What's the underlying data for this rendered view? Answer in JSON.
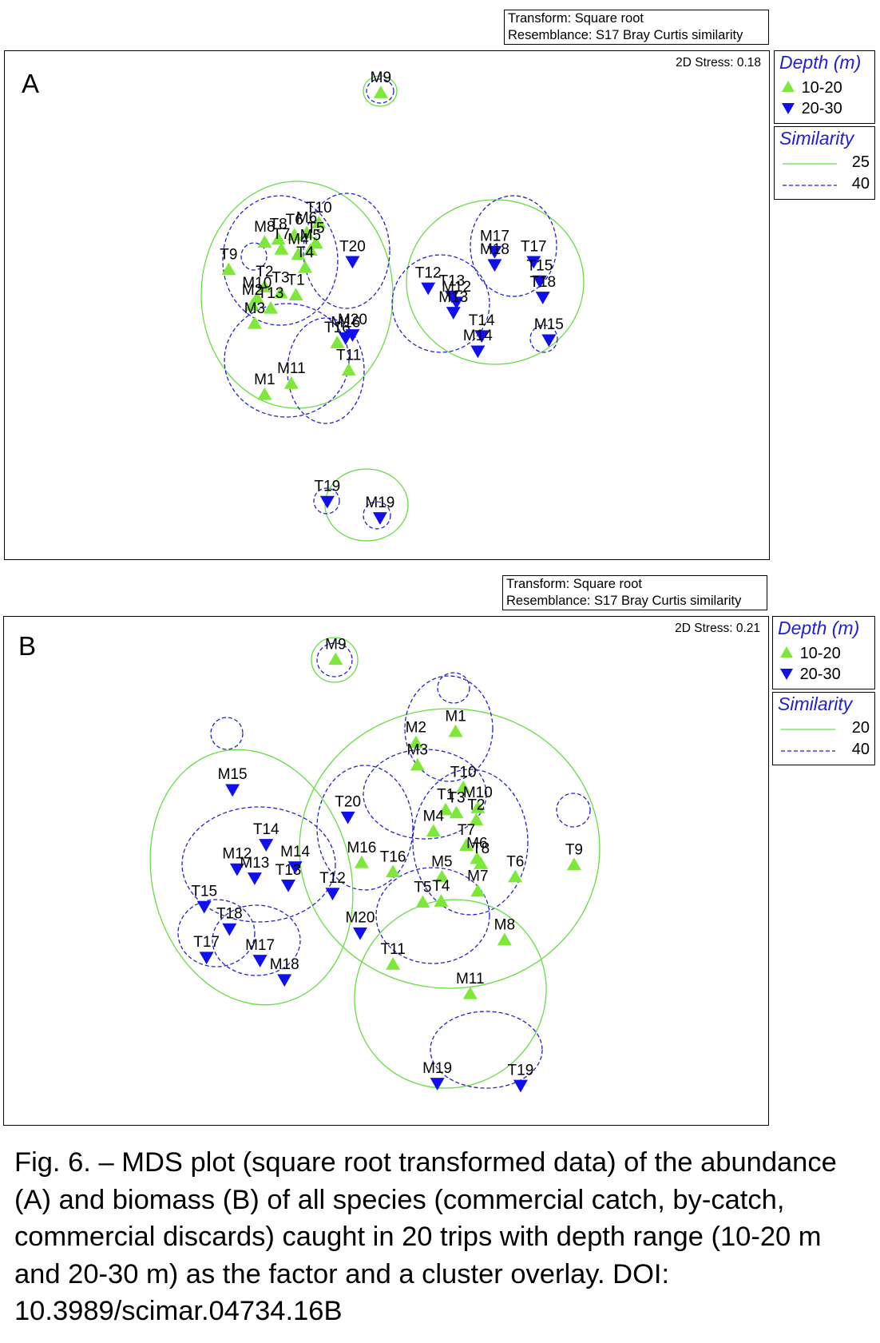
{
  "panels": [
    {
      "letter": "A",
      "transform": "Transform: Square root",
      "resemblance": "Resemblance: S17 Bray Curtis similarity",
      "stress": "2D Stress: 0.18",
      "legend": {
        "depth_title": "Depth (m)",
        "depth_items": [
          {
            "label": "10-20",
            "marker": "triangle-up",
            "color": "#7ee83a"
          },
          {
            "label": "20-30",
            "marker": "triangle-down",
            "color": "#1010ee"
          }
        ],
        "similarity_title": "Similarity",
        "similarity_items": [
          {
            "value": "25",
            "style": "solid",
            "color": "#66dd44"
          },
          {
            "value": "40",
            "style": "dashed",
            "color": "#2222cc"
          }
        ]
      }
    },
    {
      "letter": "B",
      "transform": "Transform: Square root",
      "resemblance": "Resemblance: S17 Bray Curtis similarity",
      "stress": "2D Stress: 0.21",
      "legend": {
        "depth_title": "Depth (m)",
        "depth_items": [
          {
            "label": "10-20",
            "marker": "triangle-up",
            "color": "#7ee83a"
          },
          {
            "label": "20-30",
            "marker": "triangle-down",
            "color": "#1010ee"
          }
        ],
        "similarity_title": "Similarity",
        "similarity_items": [
          {
            "value": "20",
            "style": "solid",
            "color": "#66dd44"
          },
          {
            "value": "40",
            "style": "dashed",
            "color": "#2222cc"
          }
        ]
      }
    }
  ],
  "chart_data": [
    {
      "type": "scatter",
      "panel": "A",
      "x_range": [
        0,
        100
      ],
      "y_range": [
        0,
        100
      ],
      "points": [
        {
          "label": "M9",
          "depth": "10-20",
          "x": 49.2,
          "y": 91.8
        },
        {
          "label": "T10",
          "depth": "10-20",
          "x": 41.1,
          "y": 66.2
        },
        {
          "label": "M8",
          "depth": "10-20",
          "x": 34.0,
          "y": 62.4
        },
        {
          "label": "T8",
          "depth": "10-20",
          "x": 35.8,
          "y": 63.0
        },
        {
          "label": "T6",
          "depth": "10-20",
          "x": 37.9,
          "y": 63.8
        },
        {
          "label": "M6",
          "depth": "10-20",
          "x": 39.5,
          "y": 64.2
        },
        {
          "label": "T5",
          "depth": "10-20",
          "x": 40.7,
          "y": 62.2
        },
        {
          "label": "T7",
          "depth": "10-20",
          "x": 36.2,
          "y": 61.0
        },
        {
          "label": "M4",
          "depth": "10-20",
          "x": 38.4,
          "y": 60.0
        },
        {
          "label": "M5",
          "depth": "10-20",
          "x": 40.0,
          "y": 60.8
        },
        {
          "label": "T4",
          "depth": "10-20",
          "x": 39.3,
          "y": 57.4
        },
        {
          "label": "T9",
          "depth": "10-20",
          "x": 29.3,
          "y": 57.0
        },
        {
          "label": "T2",
          "depth": "10-20",
          "x": 34.0,
          "y": 53.6
        },
        {
          "label": "T3",
          "depth": "10-20",
          "x": 36.1,
          "y": 52.4
        },
        {
          "label": "T1",
          "depth": "10-20",
          "x": 38.1,
          "y": 52.0
        },
        {
          "label": "M10",
          "depth": "10-20",
          "x": 33.0,
          "y": 51.4
        },
        {
          "label": "M2",
          "depth": "10-20",
          "x": 32.4,
          "y": 50.0
        },
        {
          "label": "T13",
          "depth": "10-20",
          "x": 34.8,
          "y": 49.4
        },
        {
          "label": "M3",
          "depth": "10-20",
          "x": 32.7,
          "y": 46.4
        },
        {
          "label": "M1",
          "depth": "10-20",
          "x": 34.0,
          "y": 32.4
        },
        {
          "label": "M11",
          "depth": "10-20",
          "x": 37.5,
          "y": 34.6
        },
        {
          "label": "T16",
          "depth": "10-20",
          "x": 43.5,
          "y": 42.6
        },
        {
          "label": "T11",
          "depth": "10-20",
          "x": 45.0,
          "y": 37.2
        },
        {
          "label": "T20",
          "depth": "20-30",
          "x": 45.5,
          "y": 58.6
        },
        {
          "label": "M20",
          "depth": "20-30",
          "x": 45.5,
          "y": 44.2
        },
        {
          "label": "M16",
          "depth": "20-30",
          "x": 44.6,
          "y": 43.6
        },
        {
          "label": "M17",
          "depth": "20-30",
          "x": 64.1,
          "y": 60.6
        },
        {
          "label": "M18",
          "depth": "20-30",
          "x": 64.1,
          "y": 58.0
        },
        {
          "label": "T17",
          "depth": "20-30",
          "x": 69.2,
          "y": 58.6
        },
        {
          "label": "T15",
          "depth": "20-30",
          "x": 70.0,
          "y": 54.8
        },
        {
          "label": "T18",
          "depth": "20-30",
          "x": 70.4,
          "y": 51.6
        },
        {
          "label": "T12",
          "depth": "20-30",
          "x": 55.4,
          "y": 53.4
        },
        {
          "label": "T13",
          "depth": "20-30",
          "x": 58.5,
          "y": 51.8
        },
        {
          "label": "M12",
          "depth": "20-30",
          "x": 59.1,
          "y": 50.6
        },
        {
          "label": "M13",
          "depth": "20-30",
          "x": 58.7,
          "y": 48.6
        },
        {
          "label": "T14",
          "depth": "20-30",
          "x": 62.4,
          "y": 44.0
        },
        {
          "label": "M14",
          "depth": "20-30",
          "x": 61.9,
          "y": 41.0
        },
        {
          "label": "M15",
          "depth": "20-30",
          "x": 71.2,
          "y": 43.2
        },
        {
          "label": "T19",
          "depth": "20-30",
          "x": 42.2,
          "y": 11.4
        },
        {
          "label": "M19",
          "depth": "20-30",
          "x": 49.1,
          "y": 8.2
        }
      ]
    },
    {
      "type": "scatter",
      "panel": "B",
      "x_range": [
        0,
        100
      ],
      "y_range": [
        0,
        100
      ],
      "points": [
        {
          "label": "M9",
          "depth": "10-20",
          "x": 43.4,
          "y": 91.6
        },
        {
          "label": "M1",
          "depth": "10-20",
          "x": 59.1,
          "y": 77.4
        },
        {
          "label": "M2",
          "depth": "10-20",
          "x": 53.9,
          "y": 75.2
        },
        {
          "label": "M3",
          "depth": "10-20",
          "x": 54.1,
          "y": 70.8
        },
        {
          "label": "T10",
          "depth": "10-20",
          "x": 60.1,
          "y": 66.4
        },
        {
          "label": "T1",
          "depth": "10-20",
          "x": 57.8,
          "y": 62.0
        },
        {
          "label": "T3",
          "depth": "10-20",
          "x": 59.2,
          "y": 61.4
        },
        {
          "label": "M10",
          "depth": "10-20",
          "x": 62.0,
          "y": 62.4
        },
        {
          "label": "T2",
          "depth": "10-20",
          "x": 61.8,
          "y": 60.0
        },
        {
          "label": "M4",
          "depth": "10-20",
          "x": 56.2,
          "y": 57.8
        },
        {
          "label": "T7",
          "depth": "10-20",
          "x": 60.5,
          "y": 55.0
        },
        {
          "label": "M6",
          "depth": "10-20",
          "x": 61.9,
          "y": 52.4
        },
        {
          "label": "T8",
          "depth": "10-20",
          "x": 62.4,
          "y": 51.4
        },
        {
          "label": "T6",
          "depth": "10-20",
          "x": 66.9,
          "y": 48.8
        },
        {
          "label": "T9",
          "depth": "10-20",
          "x": 74.6,
          "y": 51.2
        },
        {
          "label": "M5",
          "depth": "10-20",
          "x": 57.3,
          "y": 48.8
        },
        {
          "label": "T5",
          "depth": "10-20",
          "x": 54.8,
          "y": 43.8
        },
        {
          "label": "T4",
          "depth": "10-20",
          "x": 57.2,
          "y": 44.0
        },
        {
          "label": "M7",
          "depth": "10-20",
          "x": 62.0,
          "y": 46.0
        },
        {
          "label": "M8",
          "depth": "10-20",
          "x": 65.5,
          "y": 36.4
        },
        {
          "label": "M16",
          "depth": "10-20",
          "x": 46.8,
          "y": 51.6
        },
        {
          "label": "T16",
          "depth": "10-20",
          "x": 50.9,
          "y": 49.8
        },
        {
          "label": "T11",
          "depth": "10-20",
          "x": 50.9,
          "y": 31.6
        },
        {
          "label": "M11",
          "depth": "10-20",
          "x": 61.0,
          "y": 25.8
        },
        {
          "label": "M15",
          "depth": "20-30",
          "x": 29.9,
          "y": 66.0
        },
        {
          "label": "T20",
          "depth": "20-30",
          "x": 45.0,
          "y": 60.6
        },
        {
          "label": "T14",
          "depth": "20-30",
          "x": 34.3,
          "y": 55.2
        },
        {
          "label": "M12",
          "depth": "20-30",
          "x": 30.5,
          "y": 50.4
        },
        {
          "label": "M13",
          "depth": "20-30",
          "x": 32.8,
          "y": 48.6
        },
        {
          "label": "M14",
          "depth": "20-30",
          "x": 38.1,
          "y": 50.8
        },
        {
          "label": "T13",
          "depth": "20-30",
          "x": 37.2,
          "y": 47.2
        },
        {
          "label": "T12",
          "depth": "20-30",
          "x": 43.0,
          "y": 45.6
        },
        {
          "label": "T15",
          "depth": "20-30",
          "x": 26.2,
          "y": 43.0
        },
        {
          "label": "T18",
          "depth": "20-30",
          "x": 29.5,
          "y": 38.6
        },
        {
          "label": "M20",
          "depth": "20-30",
          "x": 46.6,
          "y": 37.8
        },
        {
          "label": "T17",
          "depth": "20-30",
          "x": 26.5,
          "y": 33.0
        },
        {
          "label": "M17",
          "depth": "20-30",
          "x": 33.5,
          "y": 32.4
        },
        {
          "label": "M18",
          "depth": "20-30",
          "x": 36.7,
          "y": 28.6
        },
        {
          "label": "M19",
          "depth": "20-30",
          "x": 56.7,
          "y": 8.2
        },
        {
          "label": "T19",
          "depth": "20-30",
          "x": 67.6,
          "y": 7.8
        }
      ]
    }
  ],
  "caption": "Fig. 6. – MDS plot (square root transformed data) of the abundance (A) and biomass (B) of all species (commercial catch, by-catch, commercial discards) caught in 20 trips with depth range (10-20 m and 20-30 m) as the factor and a cluster overlay. DOI: 10.3989/scimar.04734.16B"
}
